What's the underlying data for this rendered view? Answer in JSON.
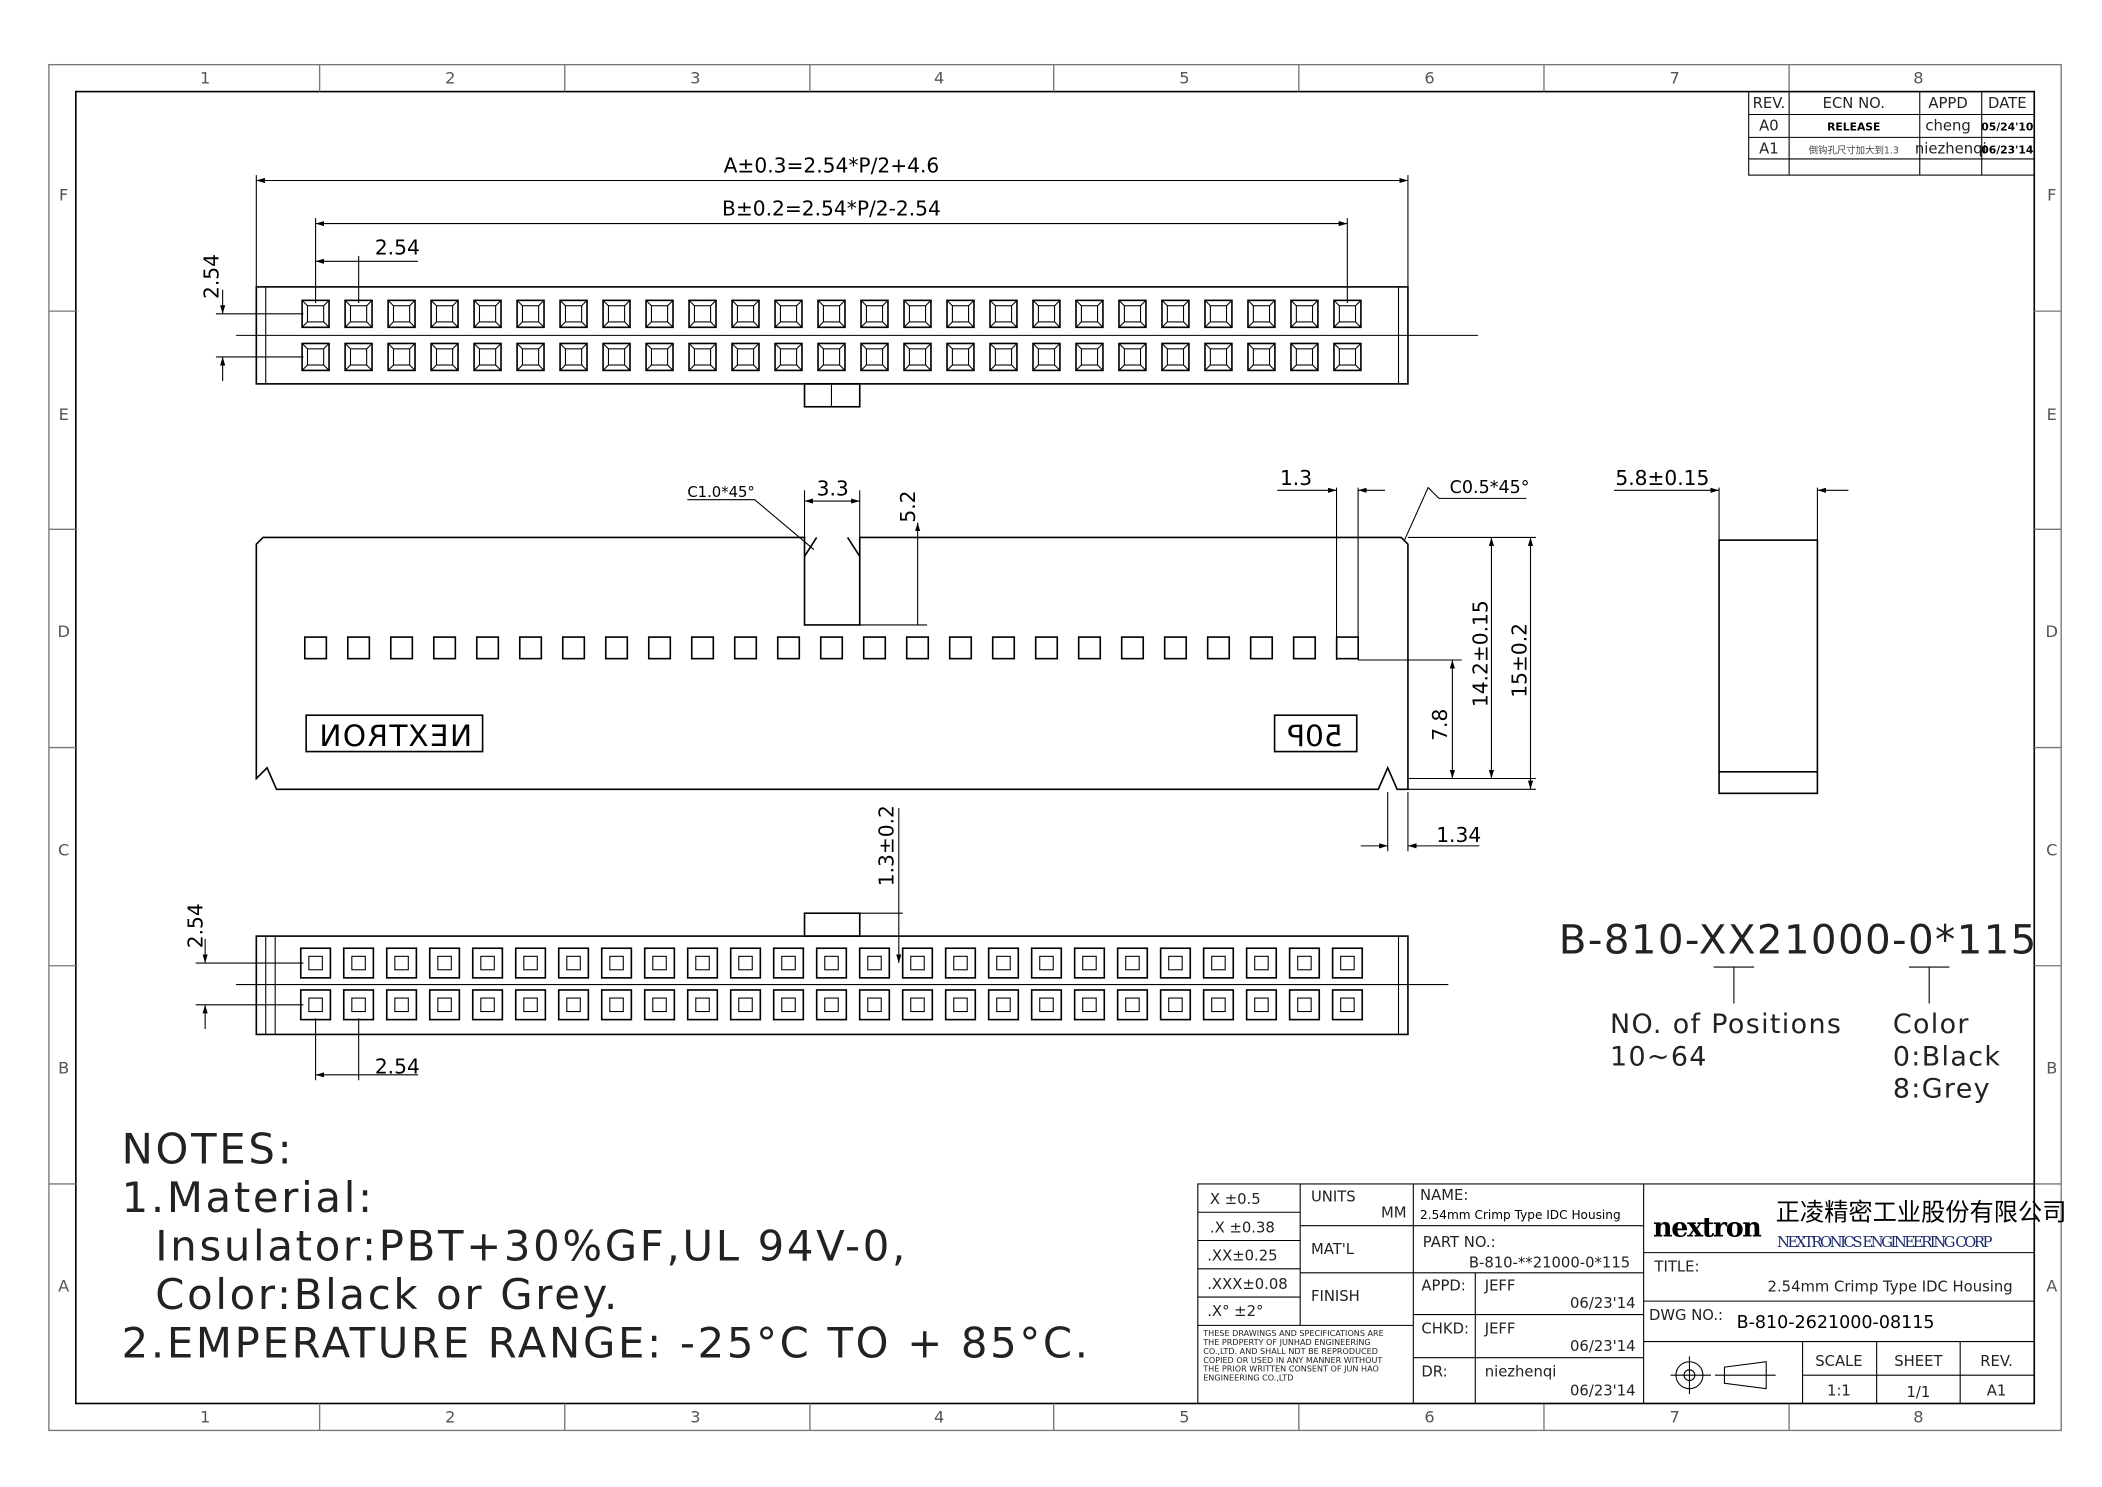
{
  "grid": {
    "columns": [
      "1",
      "2",
      "3",
      "4",
      "5",
      "6",
      "7",
      "8"
    ],
    "rows": [
      "F",
      "E",
      "D",
      "C",
      "B",
      "A"
    ]
  },
  "revision_table": {
    "headers": [
      "REV.",
      "ECN NO.",
      "APPD",
      "DATE"
    ],
    "rows": [
      [
        "A0",
        "RELEASE",
        "cheng",
        "05/24'10"
      ],
      [
        "A1",
        "倒钩孔尺寸加大到1.3",
        "niezhenqi",
        "06/23'14"
      ]
    ]
  },
  "top_view": {
    "dim_a": "A±0.3=2.54*P/2+4.6",
    "dim_b": "B±0.2=2.54*P/2-2.54",
    "pitch": "2.54",
    "row_pitch": "2.54"
  },
  "front_view": {
    "chamfer_left": "C1.0*45°",
    "key_width": "3.3",
    "key_depth": "5.2",
    "hole_width": "1.3",
    "chamfer_right": "C0.5*45°",
    "dim_78": "7.8",
    "dim_142": "14.2±0.15",
    "dim_15": "15±0.2",
    "dim_134": "1.34",
    "brand_mark": "NEXTRON",
    "position_mark": "50P"
  },
  "side_view": {
    "width": "5.8±0.15"
  },
  "bottom_view": {
    "dim_13": "1.3±0.2",
    "row_pitch": "2.54",
    "pitch": "2.54"
  },
  "part_number_legend": {
    "code": "B-810-XX21000-0*115",
    "positions_label": "NO. of Positions",
    "positions_range": "10~64",
    "color_label": "Color",
    "color_0": "0:Black",
    "color_8": "8:Grey"
  },
  "notes": {
    "heading": "NOTES:",
    "line1": "1.Material:",
    "line2": "Insulator:PBT+30%GF,UL 94V-0,",
    "line3": "Color:Black or Grey.",
    "line4": "2.EMPERATURE RANGE: -25°C TO + 85°C."
  },
  "title_block": {
    "tolerances": [
      "X  ±0.5",
      ".X  ±0.38",
      ".XX±0.25",
      ".XXX±0.08",
      ".X°  ±2°"
    ],
    "units_label": "UNITS",
    "units_value": "MM",
    "matl_label": "MAT'L",
    "finish_label": "FINISH",
    "disclaimer": [
      "THESE DRAWINGS AND SPECIFICATIONS ARE",
      "THE PRDPERTY OF JUNHAD ENGINEERING",
      "CO.,LTD. AND SHALL NDT BE REPRODUCED",
      "COPIED OR USED IN ANY MANNER WITHOUT",
      "THE PRIOR WRITTEN CONSENT OF JUN HAO",
      "ENGINEERING CO.,LTD"
    ],
    "name_label": "NAME:",
    "name_value": "2.54mm Crimp Type IDC Housing",
    "part_no_label": "PART NO.:",
    "part_no_value": "B-810-**21000-0*115",
    "appd_label": "APPD:",
    "appd_name": "JEFF",
    "appd_date": "06/23'14",
    "chkd_label": "CHKD:",
    "chkd_name": "JEFF",
    "chkd_date": "06/23'14",
    "dr_label": "DR:",
    "dr_name": "niezhenqi",
    "dr_date": "06/23'14",
    "logo": "nextron",
    "company_cn": "正凌精密工业股份有限公司",
    "company_en": "NEXTRONICS ENGINEERING CORP",
    "title_label": "TITLE:",
    "title_value": "2.54mm Crimp Type IDC Housing",
    "dwg_no_label": "DWG NO.:",
    "dwg_no_value": "B-810-2621000-08115",
    "scale_label": "SCALE",
    "scale_value": "1:1",
    "sheet_label": "SHEET",
    "sheet_value": "1/1",
    "rev_label": "REV.",
    "rev_value": "A1"
  }
}
